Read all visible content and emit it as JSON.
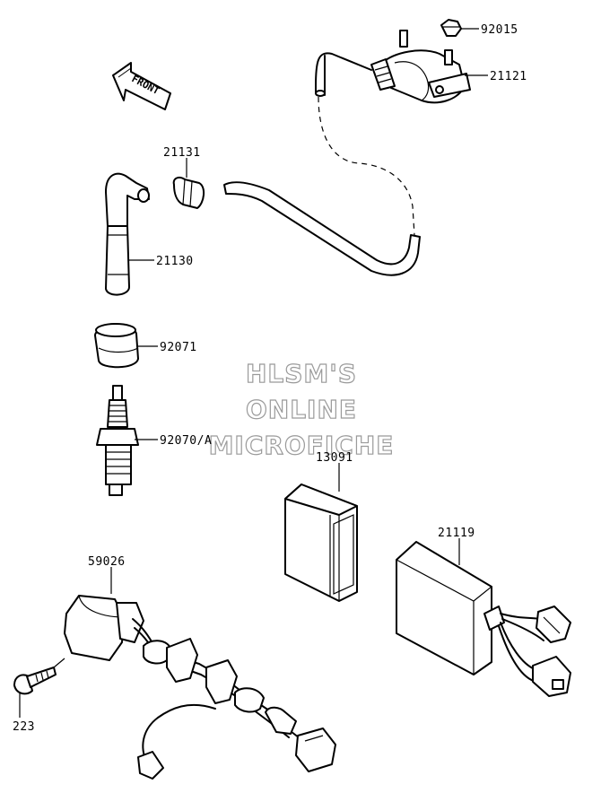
{
  "front_arrow": {
    "label": "FRONT"
  },
  "watermark": {
    "line1": "HLSM'S",
    "line2": "ONLINE",
    "line3": "MICROFICHE"
  },
  "callouts": [
    {
      "id": "92015",
      "label": "92015"
    },
    {
      "id": "21121",
      "label": "21121"
    },
    {
      "id": "21131",
      "label": "21131"
    },
    {
      "id": "21130",
      "label": "21130"
    },
    {
      "id": "92071",
      "label": "92071"
    },
    {
      "id": "92070A",
      "label": "92070/A"
    },
    {
      "id": "13091",
      "label": "13091"
    },
    {
      "id": "21119",
      "label": "21119"
    },
    {
      "id": "59026",
      "label": "59026"
    },
    {
      "id": "223",
      "label": "223"
    }
  ]
}
